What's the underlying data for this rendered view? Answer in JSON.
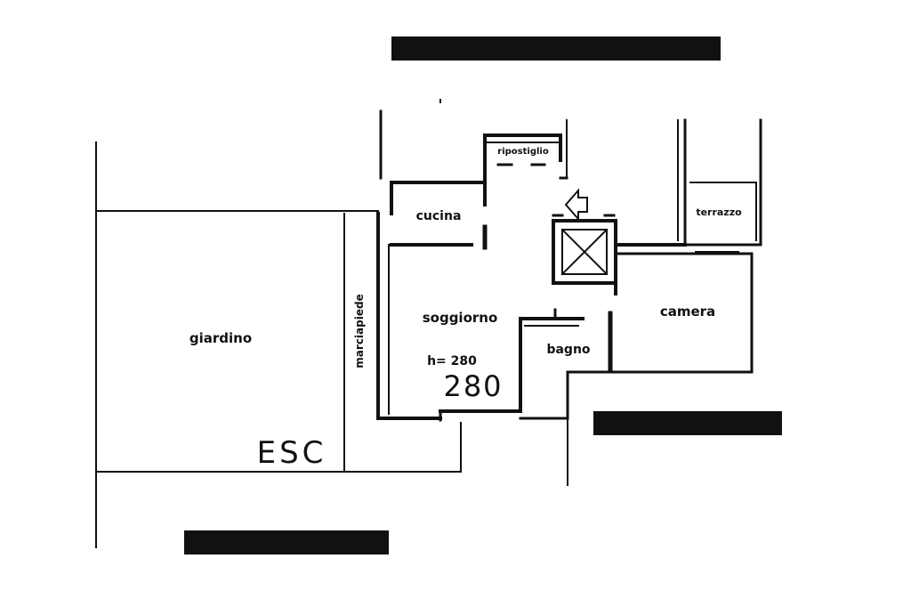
{
  "rooms": {
    "giardino": "giardino",
    "marciapiede": "marciapiede",
    "cucina": "cucina",
    "ripostiglio": "ripostiglio",
    "soggiorno": "soggiorno",
    "height_label": "h= 280",
    "bagno": "bagno",
    "camera": "camera",
    "terrazzo": "terrazzo"
  },
  "annotations": {
    "handwritten_height": "280",
    "handwritten_esc": "ESC"
  },
  "colors": {
    "lines": "#111111",
    "background": "#ffffff",
    "redaction": "#111111"
  }
}
